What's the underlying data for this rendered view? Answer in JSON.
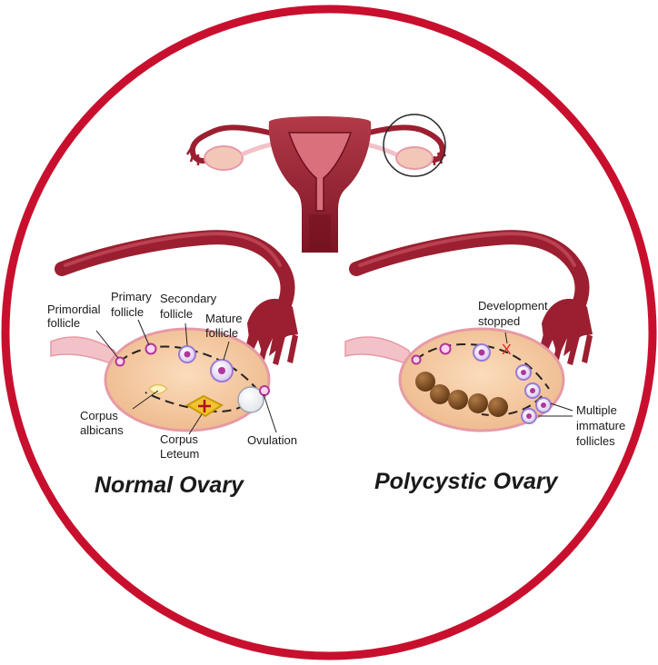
{
  "colors": {
    "frame": "#c8102e",
    "uterus": "#8f1c2c",
    "uterus_light": "#c24a58",
    "tube": "#9b1f30",
    "ovary_fill": "#f4c9a0",
    "ovary_edge": "#e69aa5",
    "ligament": "#f2c2c8",
    "follicle": "#b0379a",
    "cyst": "#7a4a22",
    "stop_mark": "#e02020"
  },
  "normal_ovary": {
    "title": "Normal Ovary",
    "labels": {
      "primordial_1": "Primordial",
      "primordial_2": "follicle",
      "primary_1": "Primary",
      "primary_2": "follicle",
      "secondary_1": "Secondary",
      "secondary_2": "follicle",
      "mature_1": "Mature",
      "mature_2": "follicle",
      "albicans_1": "Corpus",
      "albicans_2": "albicans",
      "luteum_1": "Corpus",
      "luteum_2": "Leteum",
      "ovulation": "Ovulation"
    }
  },
  "polycystic_ovary": {
    "title": "Polycystic Ovary",
    "labels": {
      "development_1": "Development",
      "development_2": "stopped",
      "multiple_1": "Multiple",
      "multiple_2": "immature",
      "multiple_3": "follicles"
    },
    "stop_symbol": "X"
  }
}
